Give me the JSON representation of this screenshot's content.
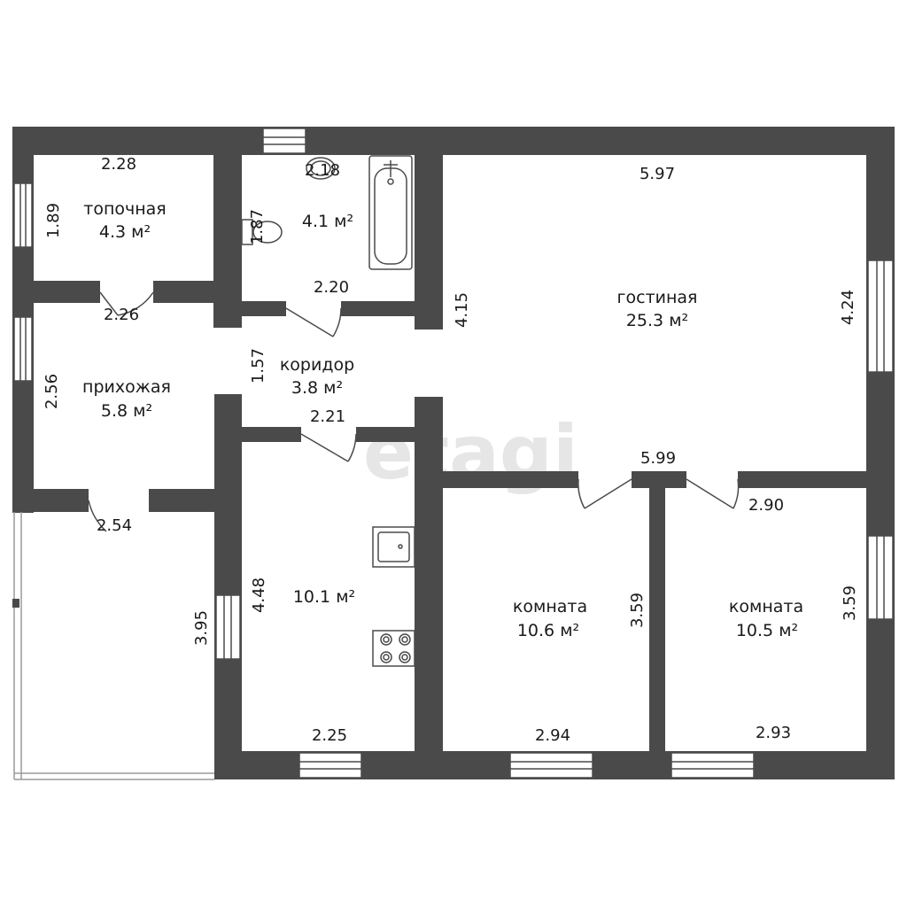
{
  "watermark": "etagi",
  "rooms": {
    "topochnaya": {
      "name": "топочная",
      "area": "4.3 м²"
    },
    "bathroom": {
      "area": "4.1 м²"
    },
    "gostinaya": {
      "name": "гостиная",
      "area": "25.3 м²"
    },
    "koridor": {
      "name": "коридор",
      "area": "3.8 м²"
    },
    "prihozhaya": {
      "name": "прихожая",
      "area": "5.8 м²"
    },
    "kitchen": {
      "area": "10.1 м²"
    },
    "komnata1": {
      "name": "комната",
      "area": "10.6 м²"
    },
    "komnata2": {
      "name": "комната",
      "area": "10.5 м²"
    }
  },
  "dimensions": {
    "topochnaya_top": "2.28",
    "topochnaya_side": "1.89",
    "topochnaya_bottom": "2.26",
    "bathroom_top": "2.18",
    "bathroom_side": "1.87",
    "bathroom_bottom": "2.20",
    "gostinaya_top": "5.97",
    "gostinaya_left": "4.15",
    "gostinaya_right": "4.24",
    "gostinaya_bottom": "5.99",
    "koridor_side": "1.57",
    "koridor_bottom": "2.21",
    "prihozhaya_side": "2.56",
    "prihozhaya_bottom": "2.54",
    "kitchen_side": "4.48",
    "kitchen_bottom": "2.25",
    "porch_side": "3.95",
    "komnata1_side": "3.59",
    "komnata1_bottom": "2.94",
    "komnata2_top": "2.90",
    "komnata2_side": "3.59",
    "komnata2_bottom": "2.93"
  },
  "colors": {
    "wall": "#4a4a4a",
    "background": "#ffffff"
  }
}
